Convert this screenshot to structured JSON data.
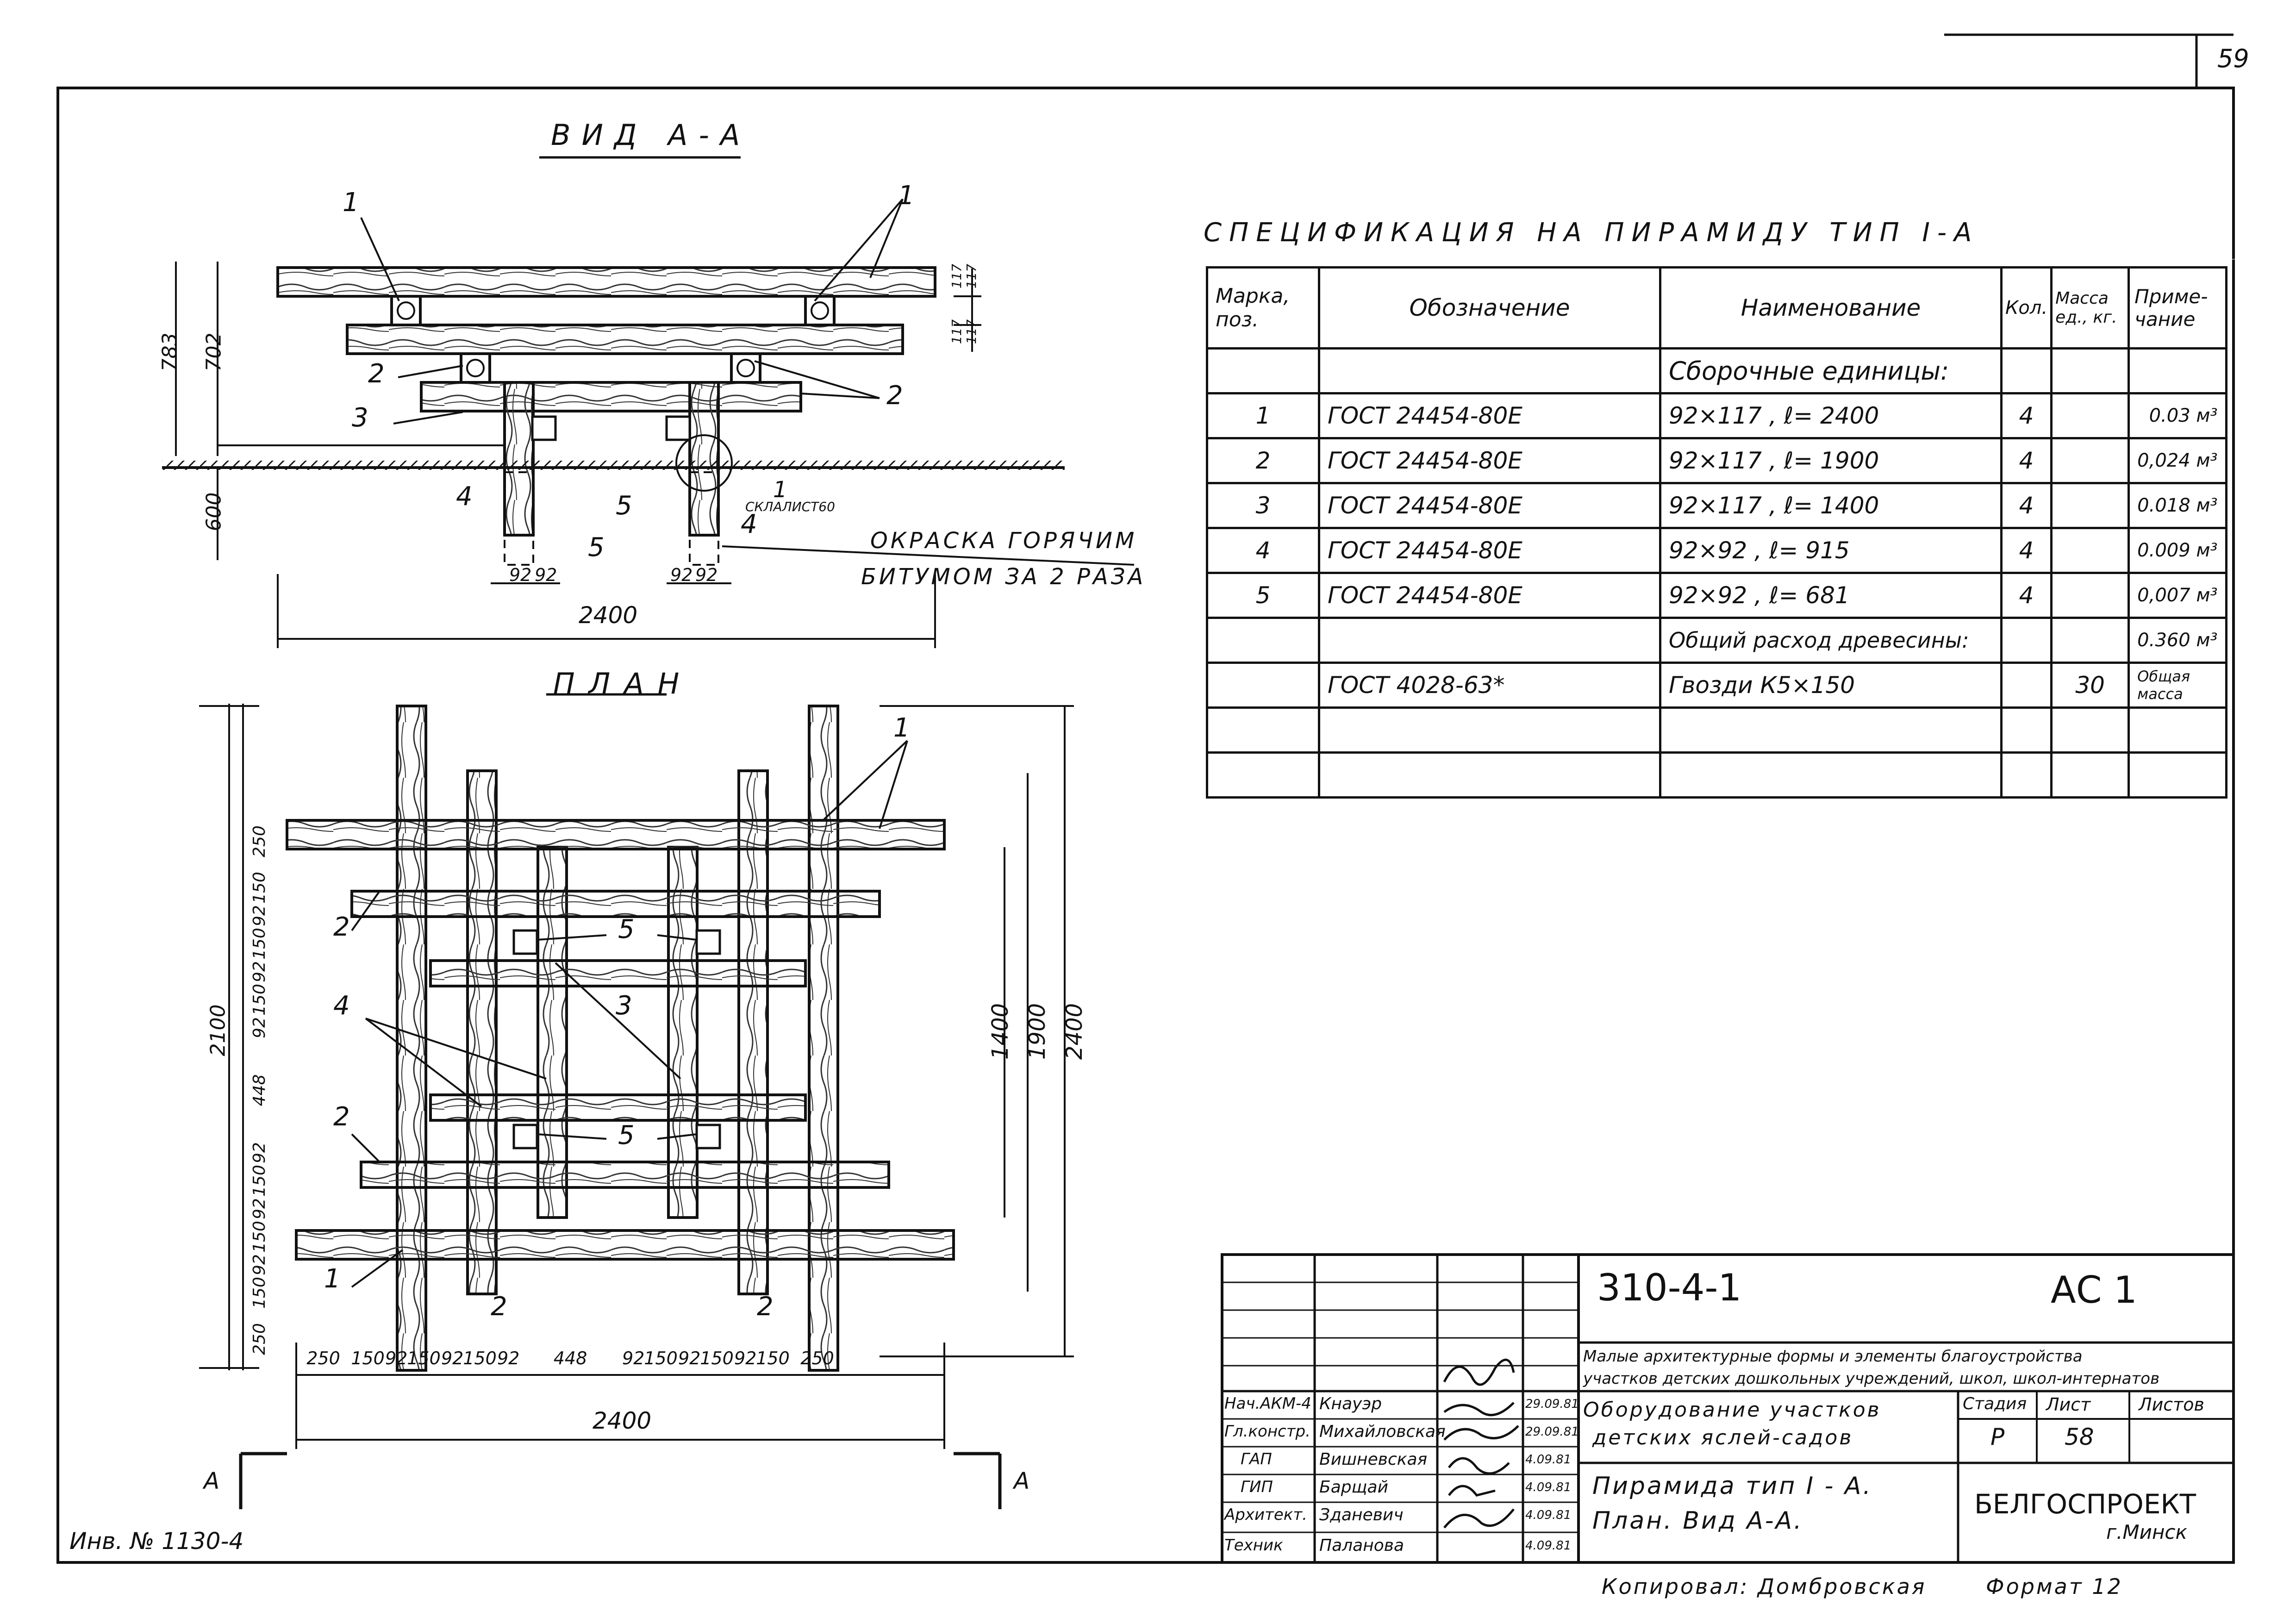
{
  "page_number": "59",
  "view_aa": {
    "title": "ВИД А-А",
    "labels": {
      "l1_left": "1",
      "l1_right": "1",
      "l2_left": "2",
      "l2_right": "2",
      "l3": "3",
      "l4_left": "4",
      "l4_right": "4",
      "l5_left": "5",
      "l5_right": "5",
      "l1_small": "1"
    },
    "dims": {
      "d783": "783",
      "d702": "702",
      "d117a": "117",
      "d117b": "117",
      "d117c": "117",
      "d117d": "117",
      "d600": "600",
      "d2400": "2400",
      "d92a": "92",
      "d92b": "92",
      "d92c": "92",
      "d92d": "92"
    },
    "small_note": "СКЛАЛИСТ60",
    "note_line1": "ОКРАСКА ГОРЯЧИМ",
    "note_line2": "БИТУМОМ ЗА 2 РАЗА"
  },
  "plan": {
    "title": "ПЛАН",
    "labels": {
      "l1_top": "1",
      "l1_bottom": "1",
      "l2_a": "2",
      "l2_b": "2",
      "l2_c": "2",
      "l2_d": "2",
      "l3": "3",
      "l4": "4",
      "l5_top": "5",
      "l5_bottom": "5"
    },
    "left_dims": [
      "250",
      "150",
      "92",
      "150",
      "92",
      "150",
      "92",
      "448",
      "92",
      "150",
      "92",
      "150",
      "92",
      "150",
      "250"
    ],
    "left_total": "2100",
    "bottom_dims": [
      "250",
      "150",
      "92",
      "150",
      "92",
      "150",
      "92",
      "448",
      "92",
      "150",
      "92",
      "150",
      "92",
      "150",
      "250"
    ],
    "bottom_total": "2400",
    "right_dims": [
      "1400",
      "1900",
      "2400"
    ]
  },
  "spec": {
    "title": "СПЕЦИФИКАЦИЯ НА ПИРАМИДУ ТИП I-А",
    "headers": {
      "mark": "Марка, поз.",
      "designation": "Обозначение",
      "name": "Наименование",
      "qty": "Кол.",
      "mass": "Масса ед., кг.",
      "note": "Приме- чание"
    },
    "section": "Сборочные единицы:",
    "rows": [
      {
        "mark": "1",
        "designation": "ГОСТ 24454-80Е",
        "name": "92×117 , ℓ= 2400",
        "qty": "4",
        "mass": "",
        "note": "0.03 м³"
      },
      {
        "mark": "2",
        "designation": "ГОСТ 24454-80Е",
        "name": "92×117 , ℓ= 1900",
        "qty": "4",
        "mass": "",
        "note": "0,024 м³"
      },
      {
        "mark": "3",
        "designation": "ГОСТ 24454-80Е",
        "name": "92×117 , ℓ= 1400",
        "qty": "4",
        "mass": "",
        "note": "0.018 м³"
      },
      {
        "mark": "4",
        "designation": "ГОСТ 24454-80Е",
        "name": "92×92 , ℓ= 915",
        "qty": "4",
        "mass": "",
        "note": "0.009 м³"
      },
      {
        "mark": "5",
        "designation": "ГОСТ 24454-80Е",
        "name": "92×92 , ℓ= 681",
        "qty": "4",
        "mass": "",
        "note": "0,007 м³"
      }
    ],
    "total_label": "Общий расход древесины:",
    "total_value": "0.360 м³",
    "nails": {
      "designation": "ГОСТ 4028-63*",
      "name": "Гвозди К5×150",
      "mass": "30",
      "note": "Общая масса"
    }
  },
  "title_block": {
    "code": "310-4-1",
    "sheet_code": "АС 1",
    "series_desc_1": "Малые архитектурные формы и элементы благоустройства",
    "series_desc_2": "участков детских дошкольных учреждений, школ, школ-интернатов",
    "object_1": "Оборудование участков",
    "object_2": "детских яслей-садов",
    "sheet_title_1": "Пирамида тип I - А.",
    "sheet_title_2": "План. Вид А-А.",
    "stage_label": "Стадия",
    "sheet_label": "Лист",
    "sheets_label": "Листов",
    "stage": "Р",
    "sheet": "58",
    "org": "БЕЛГОСПРОЕКТ",
    "city": "г.Минск",
    "staff": [
      {
        "role": "Нач.АКМ-4",
        "name": "Кнауэр",
        "date": "29.09.81"
      },
      {
        "role": "Гл.констр.",
        "name": "Михайловская",
        "date": "29.09.81"
      },
      {
        "role": "ГАП",
        "name": "Вишневская",
        "date": "4.09.81"
      },
      {
        "role": "ГИП",
        "name": "Барщай",
        "date": "4.09.81"
      },
      {
        "role": "Архитект.",
        "name": "Зданевич",
        "date": "4.09.81"
      },
      {
        "role": "Техник",
        "name": "Паланова",
        "date": "4.09.81"
      }
    ]
  },
  "copied_by": "Копировал: Домбровская",
  "format": "Формат 12",
  "inventory": "Инв. № 1130-4",
  "section_marks": {
    "left": "А",
    "right": "А"
  }
}
